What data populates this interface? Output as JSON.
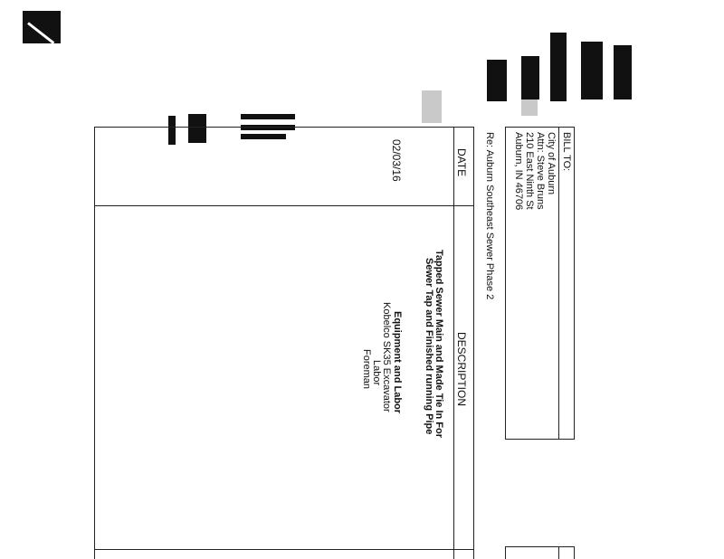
{
  "bill_to": {
    "heading": "BILL TO:",
    "lines": [
      "City of Auburn",
      "Attn: Steve Bruns",
      "210 East Ninth St",
      "Auburn, IN 46706"
    ]
  },
  "re_line": "Re:  Auburn Southeast Sewer Phase 2",
  "table": {
    "col_date": "DATE",
    "col_description": "DESCRIPTION",
    "date": "02/03/16",
    "description_lines": [
      "Tapped Sewer Main and Made Tie In For",
      "Sewer Tap and Finished running Pipe"
    ],
    "equipment_heading": "Equipment and Labor",
    "equipment_lines": [
      "Kobelco SK35 Excavator",
      "Labor",
      "Foreman"
    ]
  }
}
